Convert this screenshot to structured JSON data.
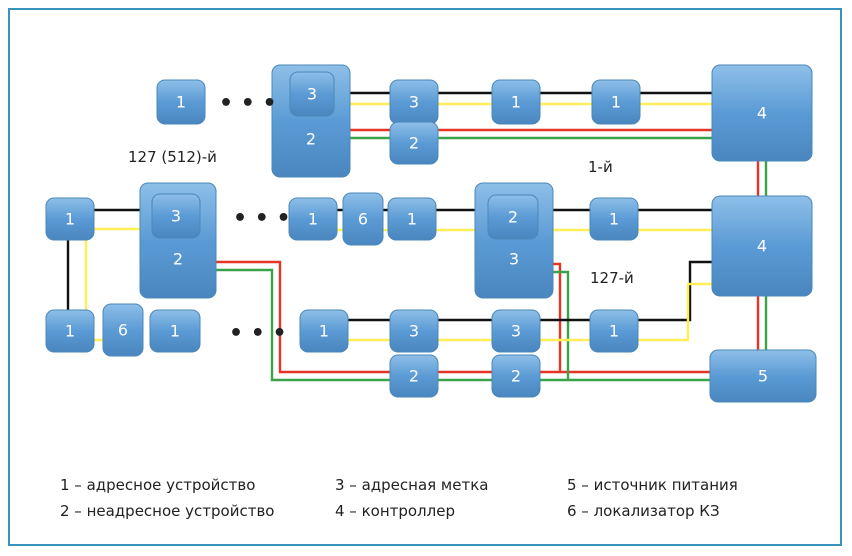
{
  "colors": {
    "frame": "#3a91bb",
    "node_fill": "#5b9bd5",
    "node_top": "#8ebfe8",
    "black_wire": "#111111",
    "yellow_wire": "#ffee55",
    "red_wire": "#e53524",
    "green_wire": "#3aa34a"
  },
  "annotations": {
    "label_127_512": "127 (512)-й",
    "label_1": "1-й",
    "label_127": "127-й",
    "ellipsis": "• • •"
  },
  "legend": [
    "1 – адресное устройство",
    "2 – неадресное устройство",
    "3 – адресная метка",
    "4 – контроллер",
    "5 – источник питания",
    "6 – локализатор КЗ"
  ],
  "nodes": {
    "n_top_1": "1",
    "n_top_big": "2",
    "n_top_big_inner": "3",
    "n_top_3": "3",
    "n_top_2": "2",
    "n_top_1a": "1",
    "n_top_1b": "1",
    "n_ctrl_top": "4",
    "n_mid_left_1": "1",
    "n_mid_big": "2",
    "n_mid_big_inner": "3",
    "n_mid_1a": "1",
    "n_mid_6": "6",
    "n_mid_1b": "1",
    "n_mid_big2": "3",
    "n_mid_big2_inner": "2",
    "n_mid_1c": "1",
    "n_ctrl_mid": "4",
    "n_bot_left_1": "1",
    "n_bot_6": "6",
    "n_bot_1": "1",
    "n_bot_1a": "1",
    "n_bot_3a": "3",
    "n_bot_3b": "3",
    "n_bot_1b": "1",
    "n_bot_2a": "2",
    "n_bot_2b": "2",
    "n_psu": "5"
  }
}
